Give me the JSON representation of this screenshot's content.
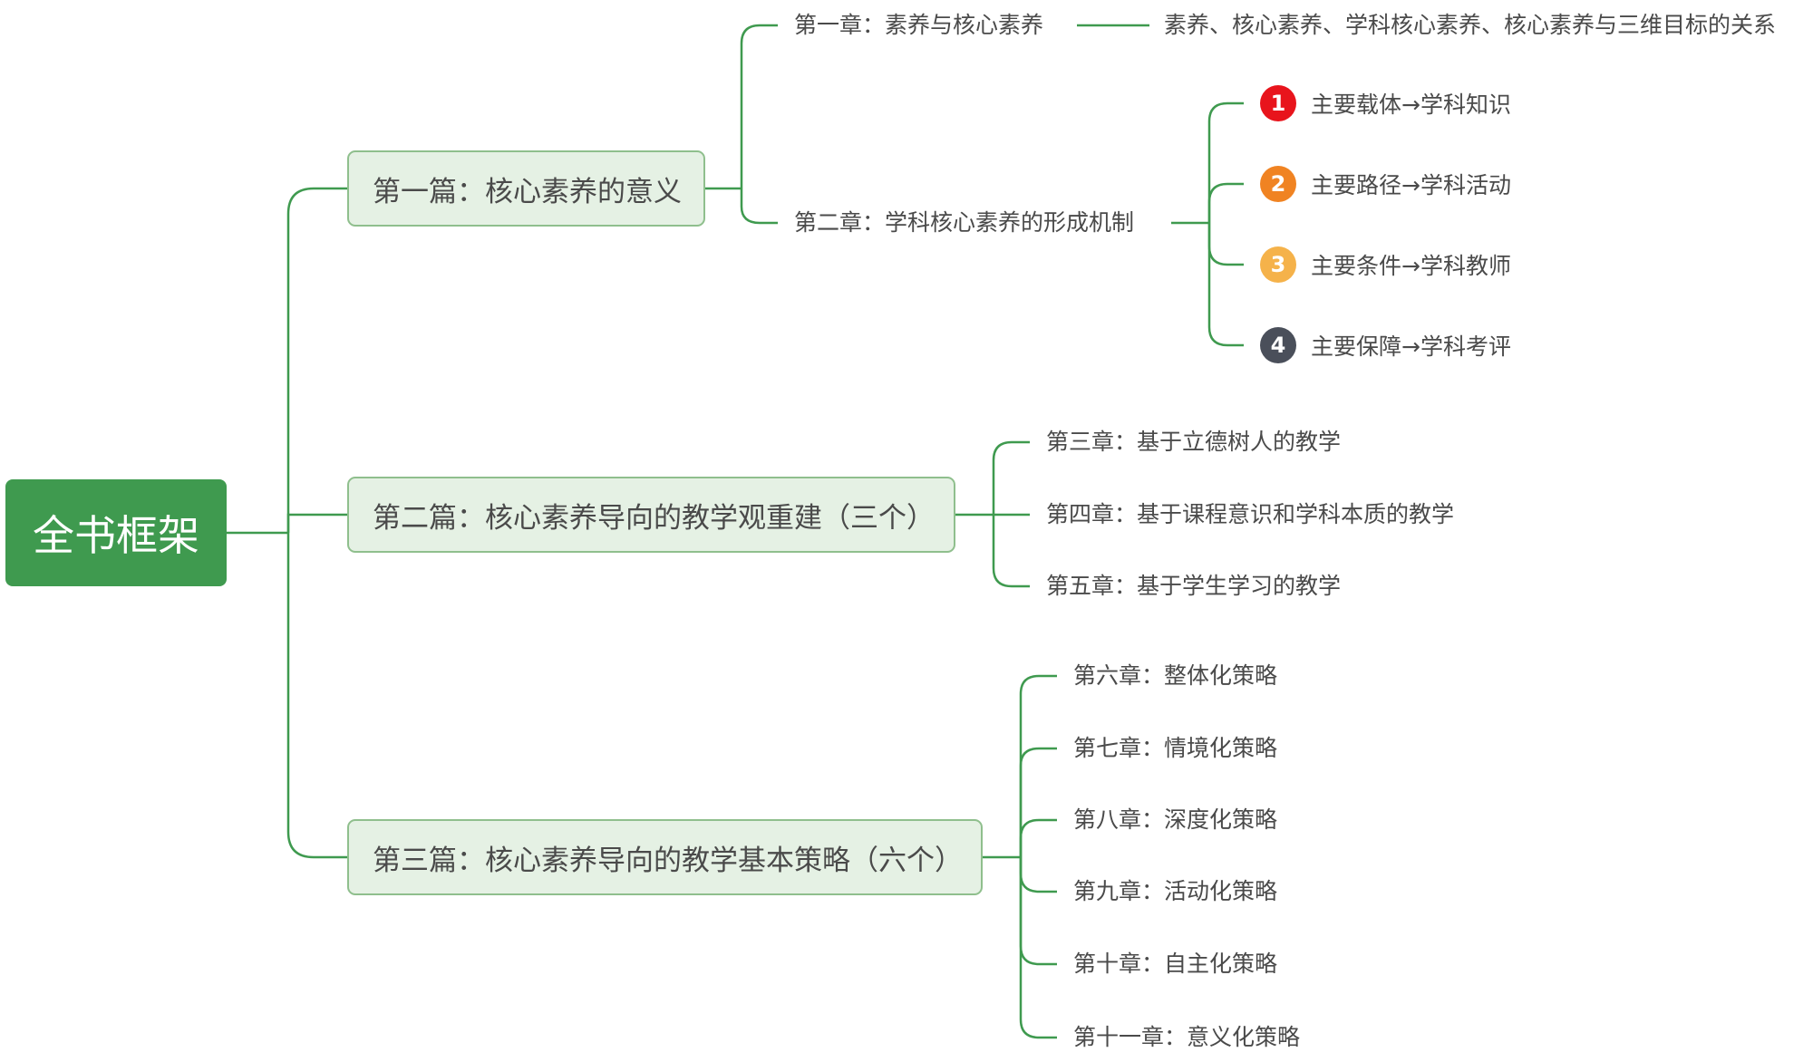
{
  "root": {
    "label": "全书框架"
  },
  "parts": [
    {
      "label": "第一篇：核心素养的意义"
    },
    {
      "label": "第二篇：核心素养导向的教学观重建（三个）"
    },
    {
      "label": "第三篇：核心素养导向的教学基本策略（六个）"
    }
  ],
  "part1": {
    "chapter1": {
      "label": "第一章：素养与核心素养",
      "detail": "素养、核心素养、学科核心素养、核心素养与三维目标的关系"
    },
    "chapter2": {
      "label": "第二章：学科核心素养的形成机制",
      "items": [
        {
          "marker": "1",
          "color": "#e8141c",
          "label": "主要载体→学科知识"
        },
        {
          "marker": "2",
          "color": "#f08322",
          "label": "主要路径→学科活动"
        },
        {
          "marker": "3",
          "color": "#f5b24a",
          "label": "主要条件→学科教师"
        },
        {
          "marker": "4",
          "color": "#4a4f5a",
          "label": "主要保障→学科考评"
        }
      ]
    }
  },
  "part2": {
    "chapters": [
      "第三章：基于立德树人的教学",
      "第四章：基于课程意识和学科本质的教学",
      "第五章：基于学生学习的教学"
    ]
  },
  "part3": {
    "chapters": [
      "第六章：整体化策略",
      "第七章：情境化策略",
      "第八章：深度化策略",
      "第九章：活动化策略",
      "第十章：自主化策略",
      "第十一章：意义化策略"
    ]
  },
  "colors": {
    "root_fill": "#3f9a4f",
    "part_fill": "#e5f1e4",
    "part_border": "#8fbf8d",
    "connector": "#3f9a4f"
  }
}
